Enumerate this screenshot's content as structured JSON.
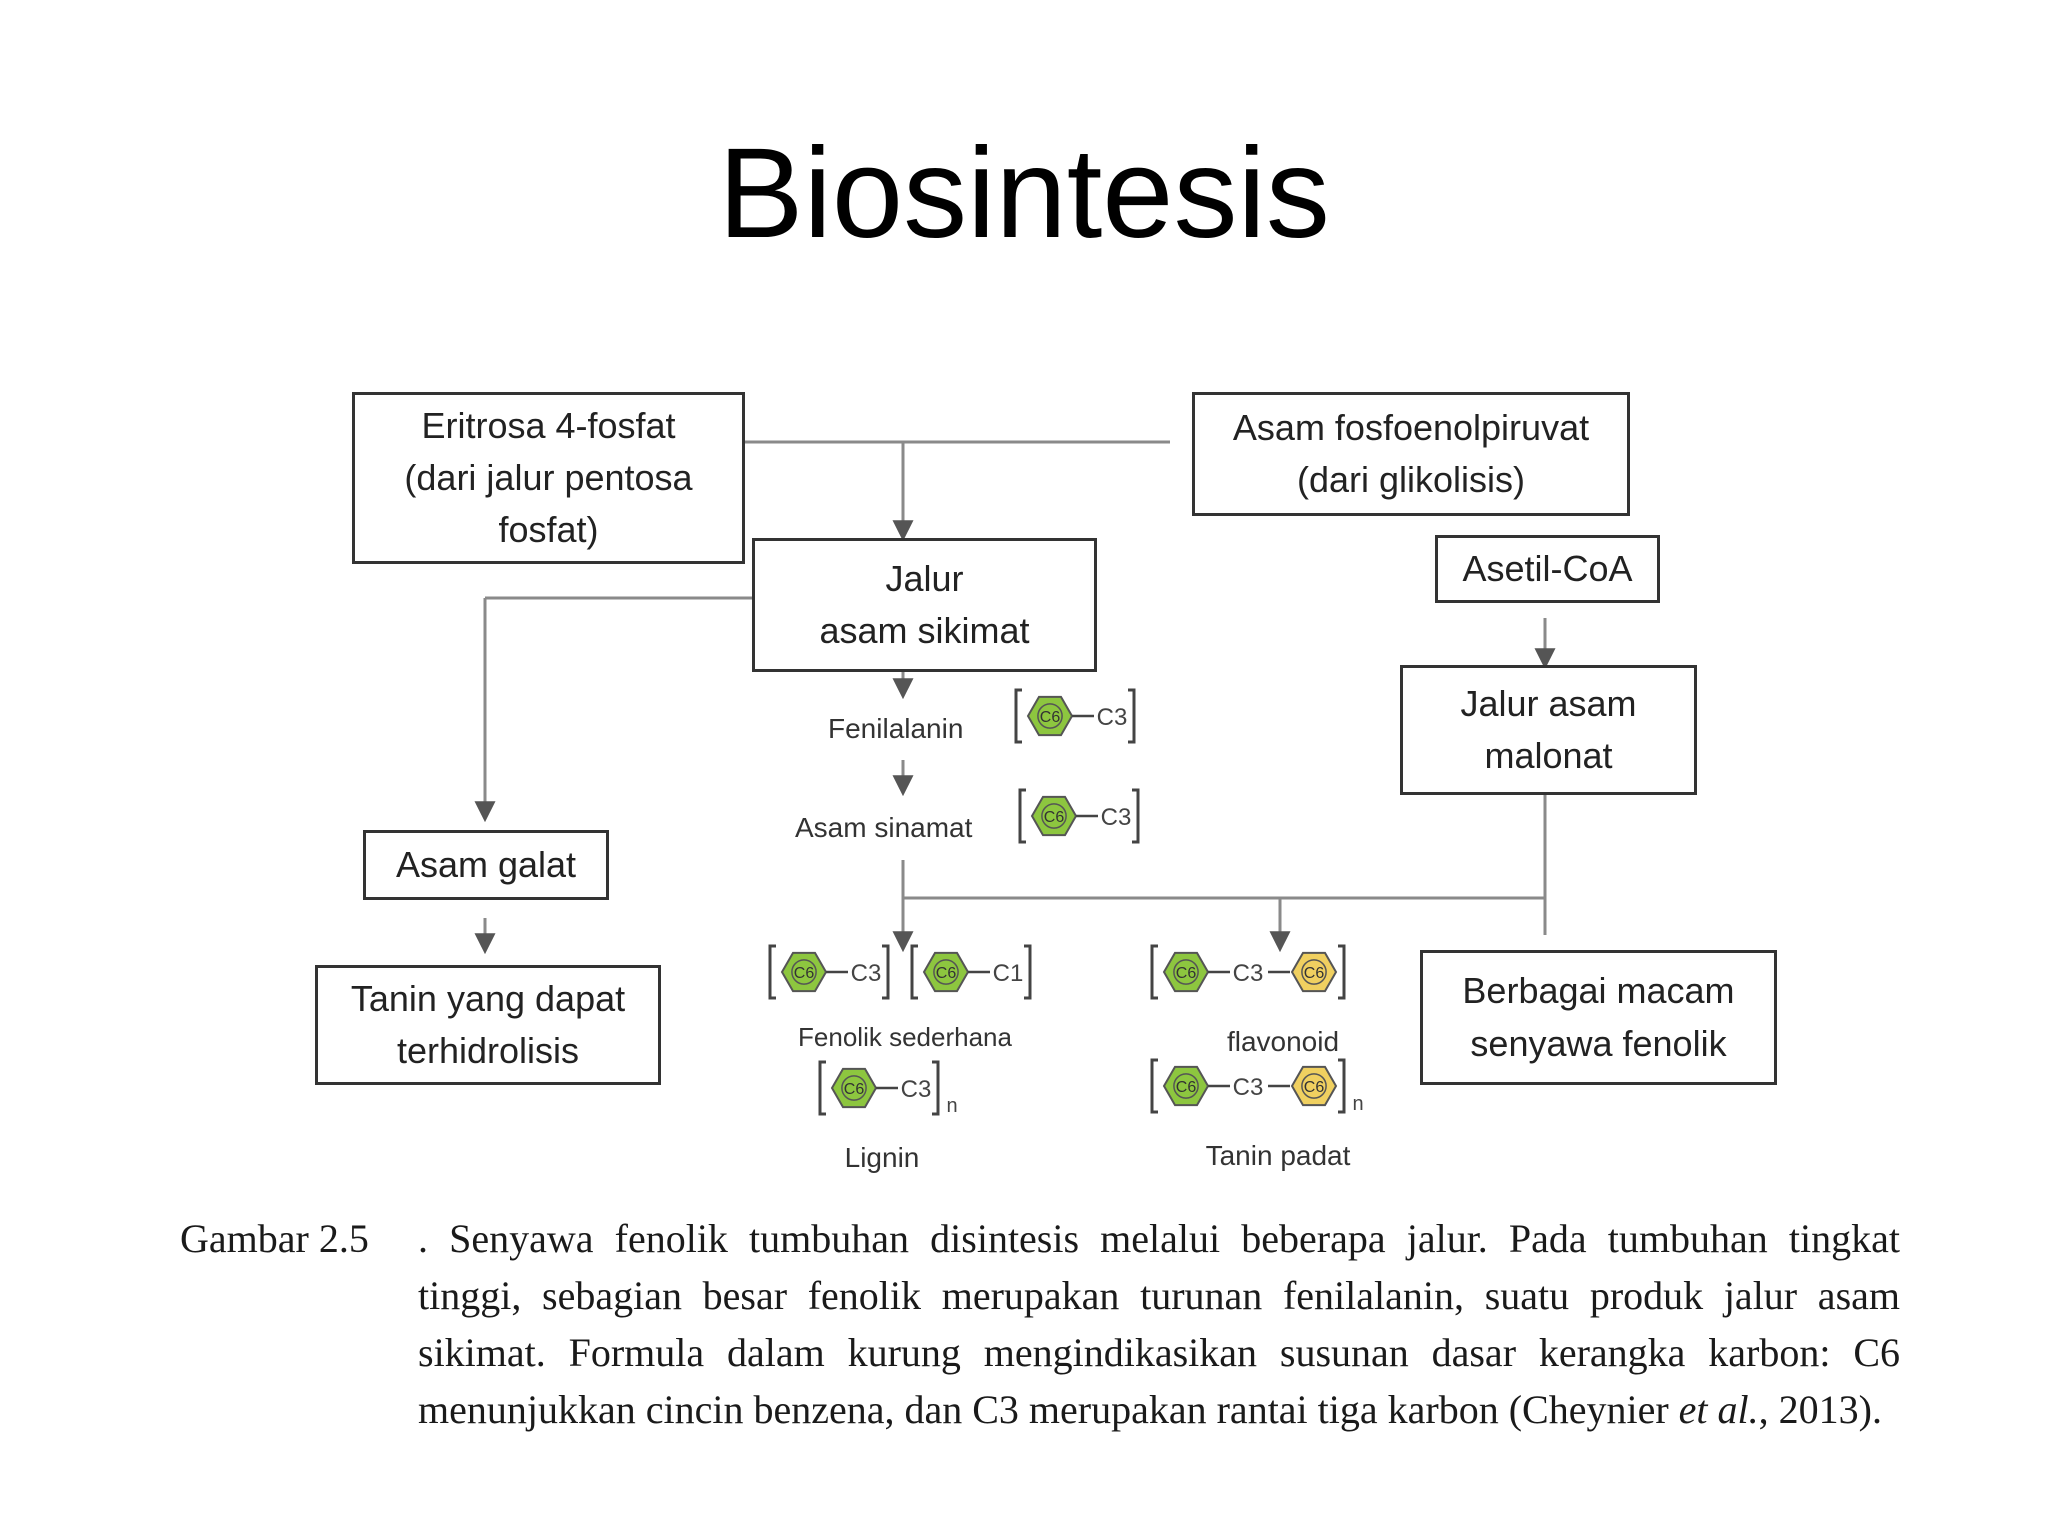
{
  "title": "Biosintesis",
  "boxes": {
    "eritrosa": [
      "Eritrosa 4-fosfat",
      "(dari jalur pentosa",
      "fosfat)"
    ],
    "asam_fosfo": [
      "Asam fosfoenolpiruvat",
      "(dari glikolisis)"
    ],
    "jalur_sikimat": [
      "Jalur",
      "asam sikimat"
    ],
    "asetil_coa": [
      "Asetil-CoA"
    ],
    "jalur_malonat": [
      "Jalur asam",
      "malonat"
    ],
    "asam_galat": [
      "Asam galat"
    ],
    "tanin_hidrolisis": [
      "Tanin yang dapat",
      "terhidrolisis"
    ],
    "berbagai": [
      "Berbagai macam",
      "senyawa fenolik"
    ]
  },
  "labels": {
    "fenilalanin": "Fenilalanin",
    "asam_sinamat": "Asam sinamat",
    "fenolik_sederhana": "Fenolik sederhana",
    "lignin": "Lignin",
    "flavonoid": "flavonoid",
    "tanin_padat": "Tanin padat"
  },
  "formula_parts": {
    "c6": "C6",
    "c3": "C3",
    "c1": "C1",
    "n": "n"
  },
  "colors": {
    "green_ring": "#8dc63f",
    "yellow_ring": "#f0d060",
    "line": "#8a8a8a"
  },
  "caption": {
    "number": "Gambar 2.5",
    "text_1": ". Senyawa fenolik tumbuhan disintesis melalui beberapa jalur. Pada tumbuhan tingkat tinggi, sebagian besar fenolik merupakan turunan fenilalanin, suatu produk jalur asam sikimat. Formula dalam kurung mengindikasikan susunan dasar kerangka karbon: C6 menunjukkan cincin benzena, dan C3 merupakan rantai tiga karbon (Cheynier ",
    "italic": "et al.",
    "text_2": ", 2013)."
  }
}
